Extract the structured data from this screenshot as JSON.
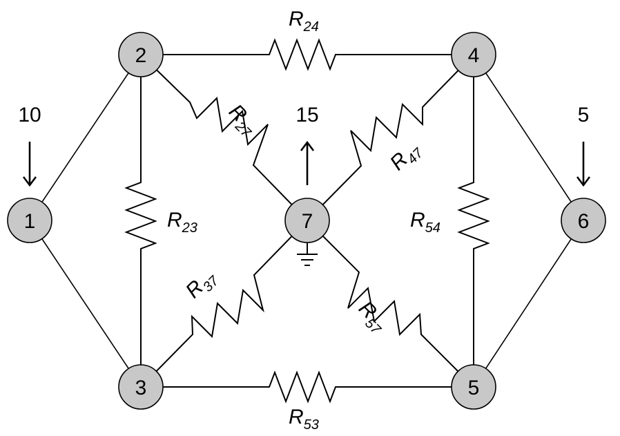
{
  "nodes": [
    {
      "id": "1",
      "label": "1"
    },
    {
      "id": "2",
      "label": "2"
    },
    {
      "id": "3",
      "label": "3"
    },
    {
      "id": "4",
      "label": "4"
    },
    {
      "id": "5",
      "label": "5"
    },
    {
      "id": "6",
      "label": "6"
    },
    {
      "id": "7",
      "label": "7"
    }
  ],
  "resistors": {
    "r24": {
      "letter": "R",
      "sub": "24"
    },
    "r23": {
      "letter": "R",
      "sub": "23"
    },
    "r27": {
      "letter": "R",
      "sub": "27"
    },
    "r47": {
      "letter": "R",
      "sub": "47"
    },
    "r37": {
      "letter": "R",
      "sub": "37"
    },
    "r57": {
      "letter": "R",
      "sub": "57"
    },
    "r54": {
      "letter": "R",
      "sub": "54"
    },
    "r53": {
      "letter": "R",
      "sub": "53"
    }
  },
  "flows": {
    "in_node1": "10",
    "out_node7": "15",
    "in_node6": "5"
  },
  "colors": {
    "node_fill": "#c8c8c8",
    "line": "#000000"
  }
}
